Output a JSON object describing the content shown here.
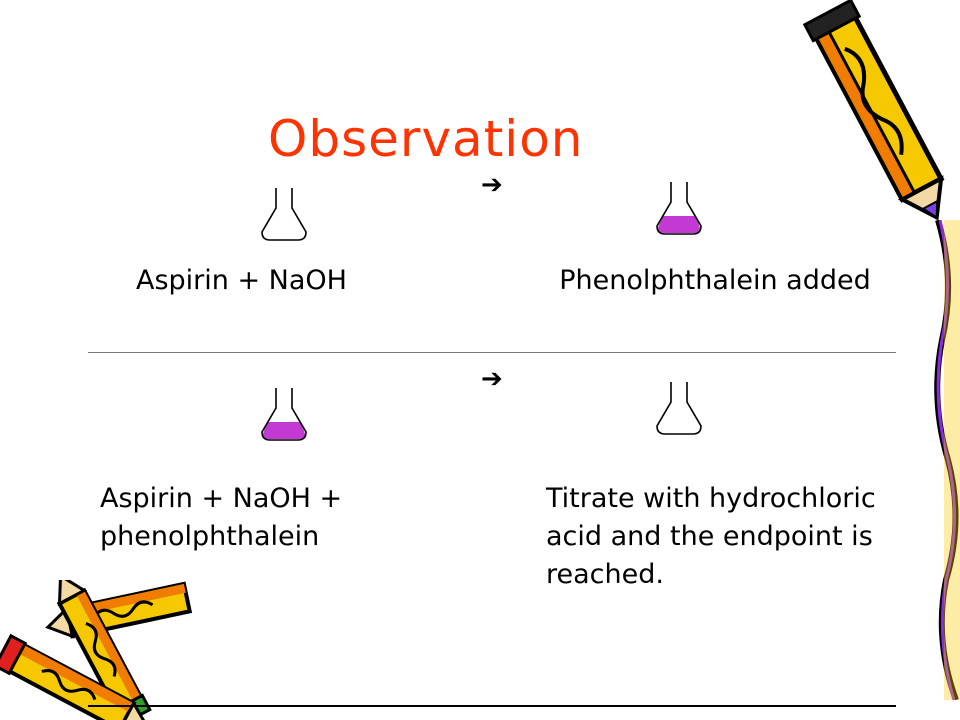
{
  "title": "Observation",
  "arrow_glyph": "➔",
  "steps": [
    {
      "label": "Aspirin + NaOH",
      "flask": "empty"
    },
    {
      "label": "Phenolphthalein added",
      "flask": "pink"
    },
    {
      "label": "Aspirin + NaOH + phenolphthalein",
      "flask": "pink"
    },
    {
      "label": "Titrate with hydrochloric acid and the endpoint is reached.",
      "flask": "empty"
    }
  ],
  "colors": {
    "title": "#ff3300",
    "solution_pink": "#c23ad1",
    "pencil_yellow": "#f5c800",
    "pencil_orange": "#f07d00",
    "pencil_purple": "#7b3fe4",
    "pencil_green": "#2f9e2f",
    "pencil_red": "#e02020"
  },
  "icons": {
    "flask": "flask-icon",
    "arrow": "right-arrow-icon",
    "decoration": "pencil-clipart"
  }
}
